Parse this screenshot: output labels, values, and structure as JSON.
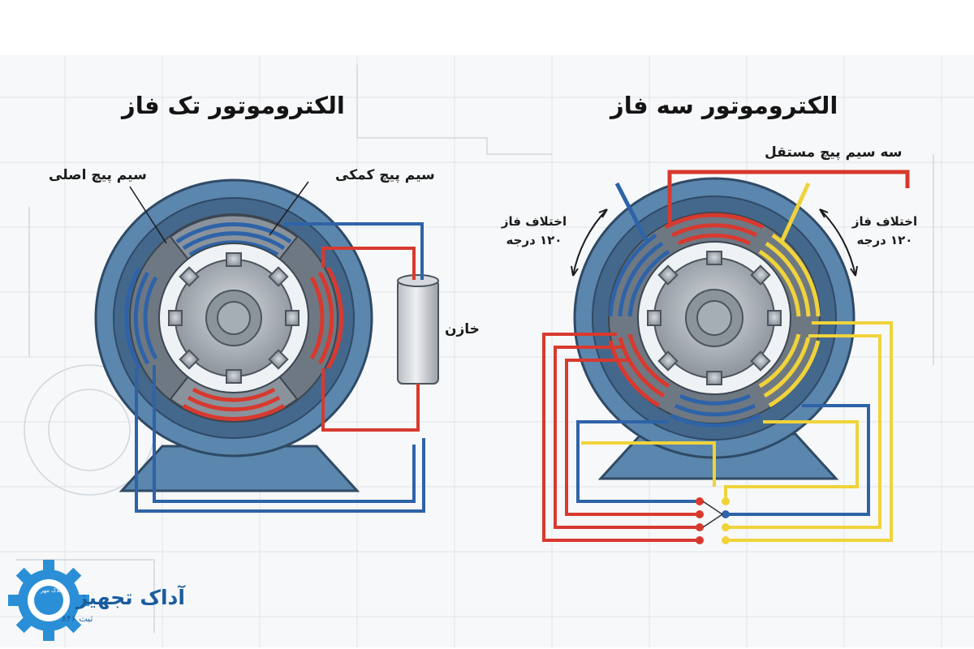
{
  "left_motor": {
    "title": "الکتروموتور تک فاز",
    "main_winding_label": "سیم پیچ اصلی",
    "auxiliary_winding_label": "سیم پیچ کمکی",
    "capacitor_label": "خازن"
  },
  "right_motor": {
    "title": "الکتروموتور سه فاز",
    "three_windings_label": "سه سیم پیچ مستقل",
    "phase_diff_left": {
      "line1": "اختلاف فاز",
      "line2": "۱۲۰ درجه"
    },
    "phase_diff_right": {
      "line1": "اختلاف فاز",
      "line2": "۱۲۰ درجه"
    }
  },
  "logo": {
    "name": "آداک تجهیز",
    "subtitle": "ثبت ۸۴۶",
    "tag": "افلاک مهر"
  },
  "colors": {
    "stator": "#5b86ad",
    "stator_dark": "#44688c",
    "rotor": "#a8aeb6",
    "red_wire": "#d8392f",
    "blue_wire": "#2e63a8",
    "yellow_wire": "#f0d33a",
    "logo_blue": "#1a5d9e"
  }
}
